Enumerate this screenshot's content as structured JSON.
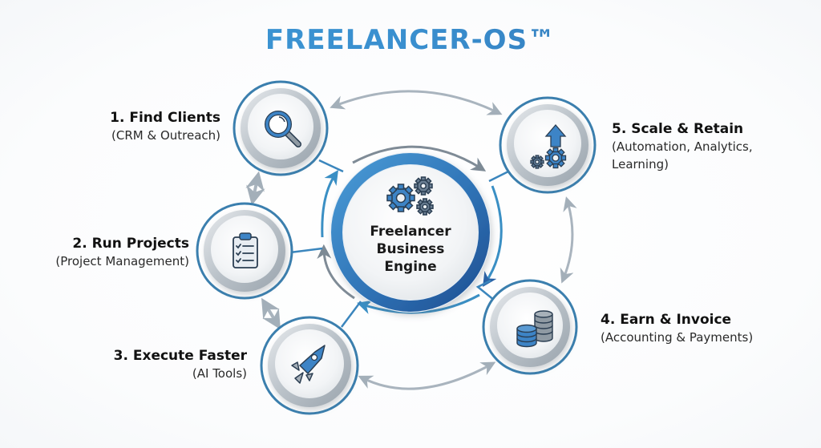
{
  "title": "FREELANCER-OS™",
  "colors": {
    "title_blue": "#3a8fcf",
    "ring_blue": "#3c7fb5",
    "node_outline": "#3b7fae",
    "arrow_gray": "#a8b3bd",
    "arrow_blue": "#3a8fc4",
    "icon_blue": "#3d84c6",
    "icon_gray": "#8f9aa3",
    "icon_outline": "#2b3e52"
  },
  "center": {
    "label_line1": "Freelancer",
    "label_line2": "Business",
    "label_line3": "Engine",
    "icon": "gears-icon"
  },
  "nodes": [
    {
      "id": 1,
      "title": "1. Find Clients",
      "subtitle": "(CRM & Outreach)",
      "icon": "magnifying-glass-icon"
    },
    {
      "id": 2,
      "title": "2. Run Projects",
      "subtitle": "(Project Management)",
      "icon": "clipboard-checklist-icon"
    },
    {
      "id": 3,
      "title": "3. Execute Faster",
      "subtitle": "(AI Tools)",
      "icon": "rocket-icon"
    },
    {
      "id": 4,
      "title": "4. Earn & Invoice",
      "subtitle": "(Accounting & Payments)",
      "icon": "coin-stacks-icon"
    },
    {
      "id": 5,
      "title": "5. Scale & Retain",
      "subtitle_line1": "(Automation, Analytics,",
      "subtitle_line2": "Learning)",
      "icon": "gears-arrow-up-icon"
    }
  ]
}
